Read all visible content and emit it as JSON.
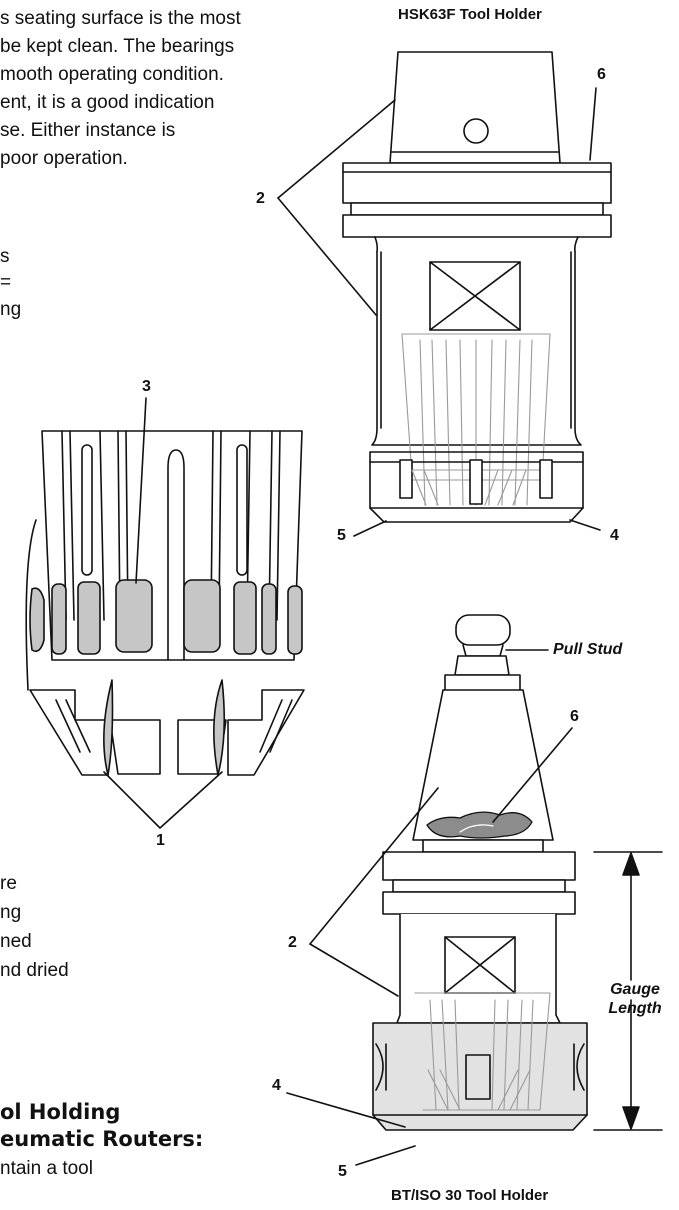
{
  "body_text": {
    "top_paragraph": [
      "s seating surface is the most",
      "be kept clean. The bearings",
      "mooth operating condition.",
      "ent, it is a good indication",
      "se. Either instance is",
      "poor operation."
    ],
    "middle_fragments": [
      "s",
      "=",
      "ng"
    ],
    "lower_fragments": [
      "re",
      "ng",
      "ned",
      "nd dried"
    ]
  },
  "section_heading": {
    "line1": "ol Holding",
    "line2": "eumatic Routers:"
  },
  "section_body": {
    "line1": "ntain a tool"
  },
  "figures": {
    "hsk": {
      "caption": "HSK63F Tool Holder",
      "callout_2": "2",
      "callout_4": "4",
      "callout_5": "5",
      "callout_6": "6"
    },
    "collet": {
      "callout_1": "1",
      "callout_3": "3"
    },
    "bt": {
      "caption": "BT/ISO 30 Tool Holder",
      "pull_stud_label": "Pull Stud",
      "gauge_label_line1": "Gauge",
      "gauge_label_line2": "Length",
      "callout_2": "2",
      "callout_4": "4",
      "callout_5": "5",
      "callout_6": "6"
    }
  },
  "colors": {
    "ink": "#111111",
    "contamination_gray": "#8c8c8c",
    "collar_shade": "#e2e2e2",
    "window_gray": "#c6c6c6"
  }
}
